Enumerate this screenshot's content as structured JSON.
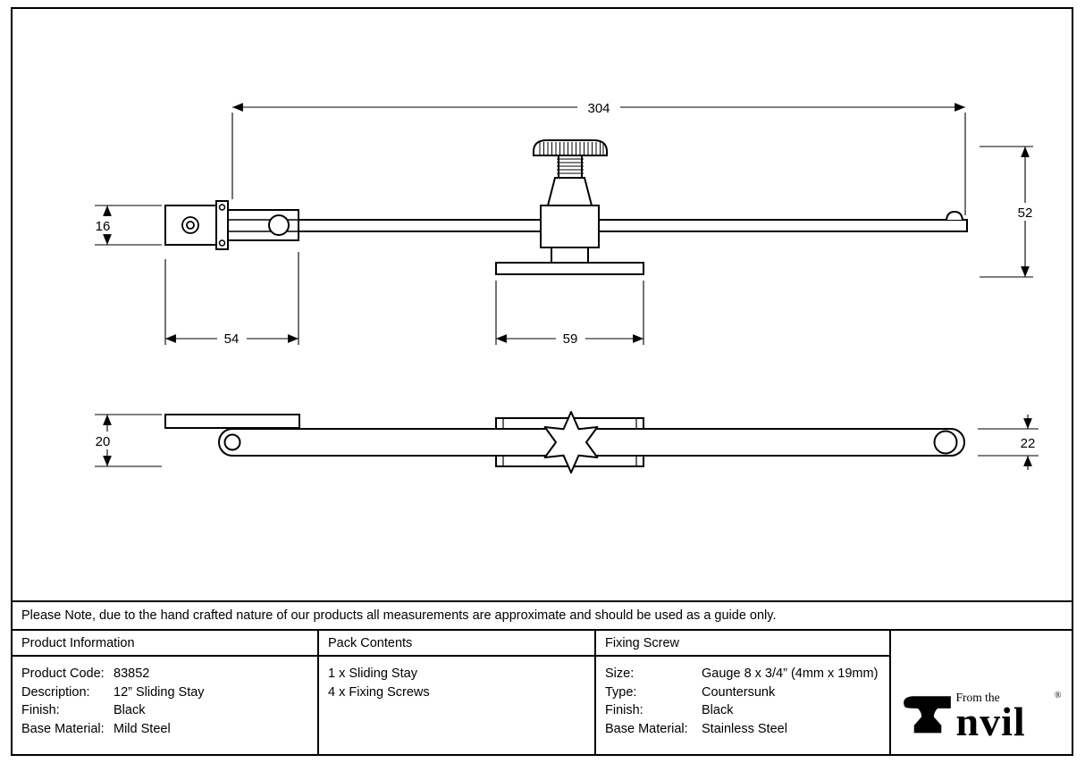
{
  "drawing": {
    "dims": {
      "overall_length": "304",
      "overall_height": "52",
      "bar_height": "16",
      "hinge_width": "54",
      "base_width": "59",
      "plate_depth": "20",
      "end_width": "22"
    }
  },
  "note": "Please Note, due to the hand crafted nature of our products all measurements are approximate and should be used as a guide only.",
  "table": {
    "product_information": {
      "header": "Product Information",
      "rows": [
        {
          "label": "Product Code:",
          "value": "83852"
        },
        {
          "label": "Description:",
          "value": "12” Sliding Stay"
        },
        {
          "label": "Finish:",
          "value": "Black"
        },
        {
          "label": "Base Material:",
          "value": "Mild Steel"
        }
      ]
    },
    "pack_contents": {
      "header": "Pack Contents",
      "items": [
        "1 x Sliding Stay",
        "4 x Fixing Screws"
      ]
    },
    "fixing_screw": {
      "header": "Fixing Screw",
      "rows": [
        {
          "label": "Size:",
          "value": "Gauge 8 x 3/4” (4mm x 19mm)"
        },
        {
          "label": "Type:",
          "value": "Countersunk"
        },
        {
          "label": "Finish:",
          "value": "Black"
        },
        {
          "label": "Base Material:",
          "value": "Stainless Steel"
        }
      ]
    }
  },
  "logo": {
    "from_the": "From the",
    "brand": "nvil",
    "registered": "®"
  }
}
